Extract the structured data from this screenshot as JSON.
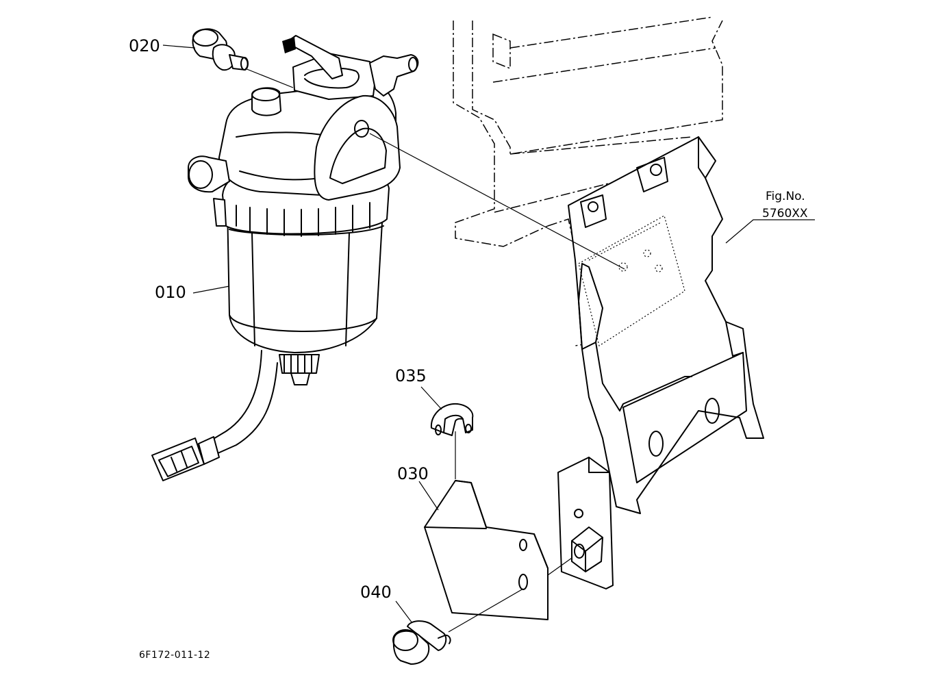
{
  "labels": {
    "part_010": "010",
    "part_020": "020",
    "part_030": "030",
    "part_035": "035",
    "part_040": "040",
    "fig_no_line1": "Fig.No.",
    "fig_no_line2": "5760XX",
    "drawing_code": "6F172-011-12"
  }
}
